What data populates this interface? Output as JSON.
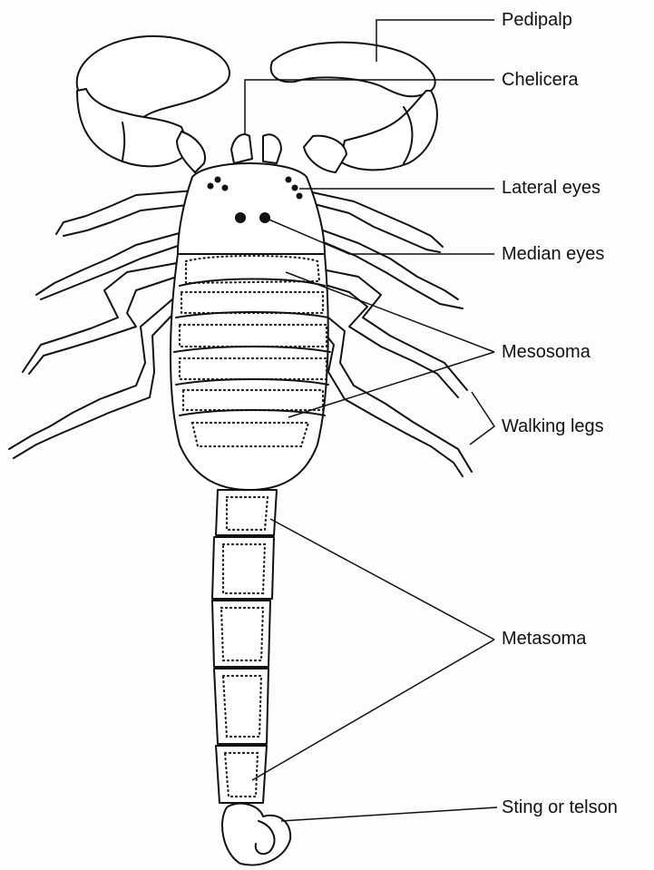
{
  "labels": {
    "pedipalp": "Pedipalp",
    "chelicera": "Chelicera",
    "lateral_eyes": "Lateral eyes",
    "median_eyes": "Median eyes",
    "mesosoma": "Mesosoma",
    "walking_legs": "Walking legs",
    "metasoma": "Metasoma",
    "sting": "Sting or telson"
  },
  "colors": {
    "ink": "#111111",
    "paper": "#fdfdfb"
  }
}
